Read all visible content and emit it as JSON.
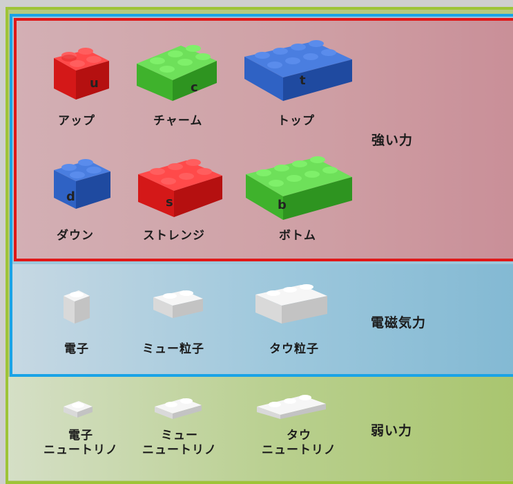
{
  "forces": {
    "strong": "強い力",
    "electromagnetic": "電磁気力",
    "weak": "弱い力"
  },
  "quarks": [
    {
      "name": "アップ",
      "symbol": "u",
      "color": "#e31e1e"
    },
    {
      "name": "チャーム",
      "symbol": "c",
      "color": "#4fc23a"
    },
    {
      "name": "トップ",
      "symbol": "t",
      "color": "#2f62c4"
    },
    {
      "name": "ダウン",
      "symbol": "d",
      "color": "#2f62c4"
    },
    {
      "name": "ストレンジ",
      "symbol": "s",
      "color": "#e31e1e"
    },
    {
      "name": "ボトム",
      "symbol": "b",
      "color": "#4fc23a"
    }
  ],
  "leptons": {
    "charged": [
      "電子",
      "ミュー粒子",
      "タウ粒子"
    ],
    "neutrinos": [
      {
        "line1": "電子",
        "line2": "ニュートリノ"
      },
      {
        "line1": "ミュー",
        "line2": "ニュートリノ"
      },
      {
        "line1": "タウ",
        "line2": "ニュートリノ"
      }
    ]
  },
  "colors": {
    "red_frame": "#e01818",
    "blue_frame": "#1aa3e6",
    "green_frame": "#9ec437",
    "white_brick": "#e9e9e9"
  }
}
